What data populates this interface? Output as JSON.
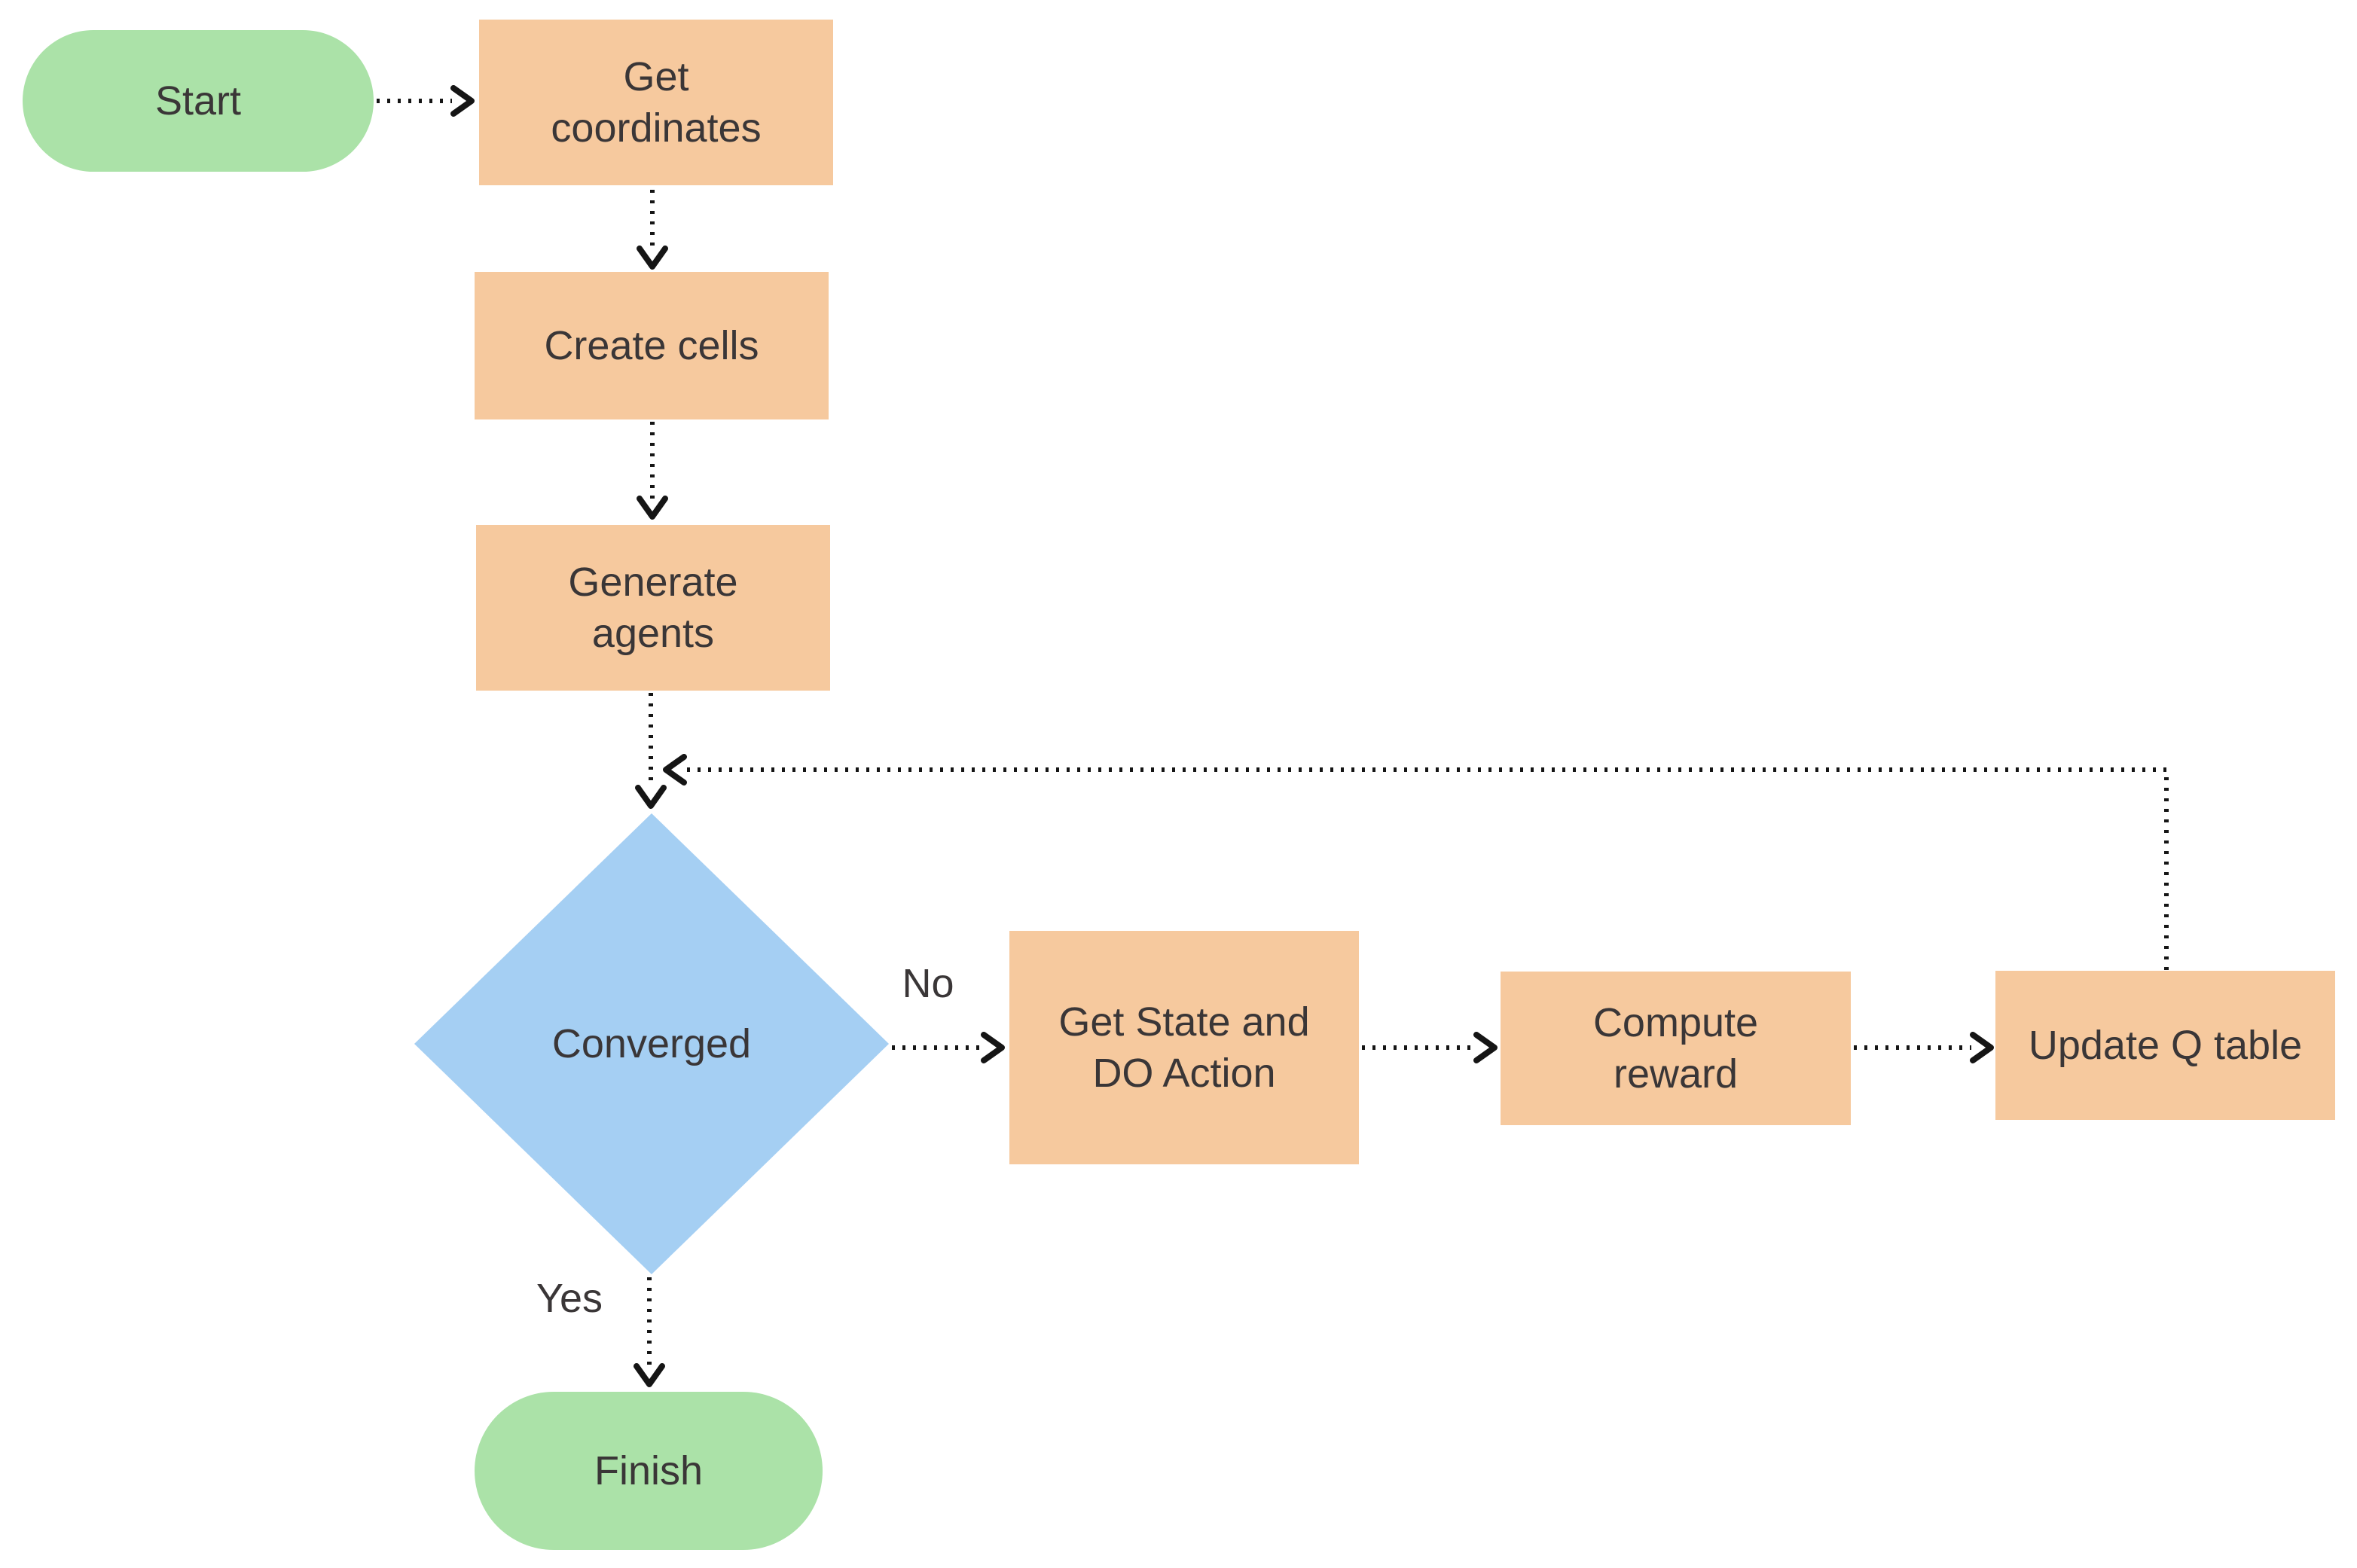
{
  "diagram": {
    "type": "flowchart",
    "colors": {
      "terminal": "#abe2a8",
      "process": "#f6c99e",
      "decision": "#a5cff3",
      "text": "#3a3637",
      "connector": "#151515",
      "background": "#ffffff"
    },
    "nodes": [
      {
        "id": "start",
        "type": "terminal",
        "lines": [
          "Start"
        ]
      },
      {
        "id": "get-coordinates",
        "type": "process",
        "lines": [
          "Get",
          "coordinates"
        ]
      },
      {
        "id": "create-cells",
        "type": "process",
        "lines": [
          "Create cells"
        ]
      },
      {
        "id": "generate-agents",
        "type": "process",
        "lines": [
          "Generate",
          "agents"
        ]
      },
      {
        "id": "converged",
        "type": "decision",
        "lines": [
          "Converged"
        ]
      },
      {
        "id": "get-state-do-action",
        "type": "process",
        "lines": [
          "Get State and",
          "DO Action"
        ]
      },
      {
        "id": "compute-reward",
        "type": "process",
        "lines": [
          "Compute",
          "reward"
        ]
      },
      {
        "id": "update-q-table",
        "type": "process",
        "lines": [
          "Update Q table"
        ]
      },
      {
        "id": "finish",
        "type": "terminal",
        "lines": [
          "Finish"
        ]
      }
    ],
    "edges": [
      {
        "from": "start",
        "to": "get-coordinates",
        "label": "",
        "style": "dotted"
      },
      {
        "from": "get-coordinates",
        "to": "create-cells",
        "label": "",
        "style": "dotted"
      },
      {
        "from": "create-cells",
        "to": "generate-agents",
        "label": "",
        "style": "dotted"
      },
      {
        "from": "generate-agents",
        "to": "converged",
        "label": "",
        "style": "dotted"
      },
      {
        "from": "converged",
        "to": "get-state-do-action",
        "label": "No",
        "style": "dotted"
      },
      {
        "from": "get-state-do-action",
        "to": "compute-reward",
        "label": "",
        "style": "dotted"
      },
      {
        "from": "compute-reward",
        "to": "update-q-table",
        "label": "",
        "style": "dotted"
      },
      {
        "from": "update-q-table",
        "to": "generate-agents-converged-junction",
        "label": "",
        "style": "dotted"
      },
      {
        "from": "converged",
        "to": "finish",
        "label": "Yes",
        "style": "dotted"
      }
    ]
  }
}
